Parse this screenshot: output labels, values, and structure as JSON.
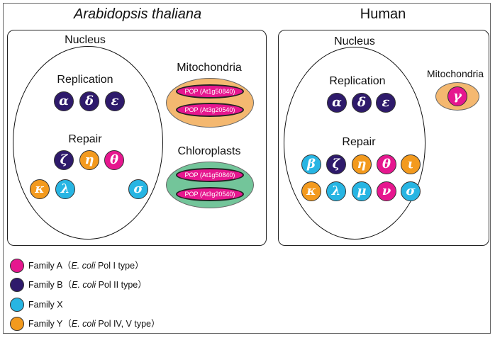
{
  "colors": {
    "family_a": "#e6178f",
    "family_b": "#2e1a6b",
    "family_x": "#27b5e3",
    "family_y": "#f39a1e",
    "mito_bg": "#f4b870",
    "chloro_bg": "#73c59a"
  },
  "titles": {
    "left": "Arabidopsis thaliana",
    "right": "Human"
  },
  "arabidopsis": {
    "nucleus": "Nucleus",
    "replication": "Replication",
    "repair": "Repair",
    "mitochondria": "Mitochondria",
    "chloroplasts": "Chloroplasts",
    "replication_pols": [
      "α",
      "δ",
      "ε"
    ],
    "repair_pols": [
      "ζ",
      "η",
      "θ",
      "κ",
      "λ",
      "σ"
    ],
    "mito_pops": [
      "POP (At1g50840)",
      "POP (At3g20540)"
    ],
    "chloro_pops": [
      "POP (At1g50840)",
      "POP (At3g20540)"
    ]
  },
  "human": {
    "nucleus": "Nucleus",
    "replication": "Replication",
    "repair": "Repair",
    "mitochondria": "Mitochondria",
    "mito_pol": "γ",
    "replication_pols": [
      "α",
      "δ",
      "ε"
    ],
    "repair_pols": [
      "β",
      "ζ",
      "η",
      "θ",
      "ι",
      "κ",
      "λ",
      "μ",
      "ν",
      "σ"
    ]
  },
  "legend": [
    {
      "prefix": "Family A（",
      "italic": "E. coli",
      "suffix": " Pol I type）"
    },
    {
      "prefix": "Family B（",
      "italic": "E. coli",
      "suffix": " Pol II type）"
    },
    {
      "prefix": "Family X",
      "italic": "",
      "suffix": ""
    },
    {
      "prefix": "Family Y（",
      "italic": "E. coli",
      "suffix": " Pol IV,  V type）"
    }
  ]
}
